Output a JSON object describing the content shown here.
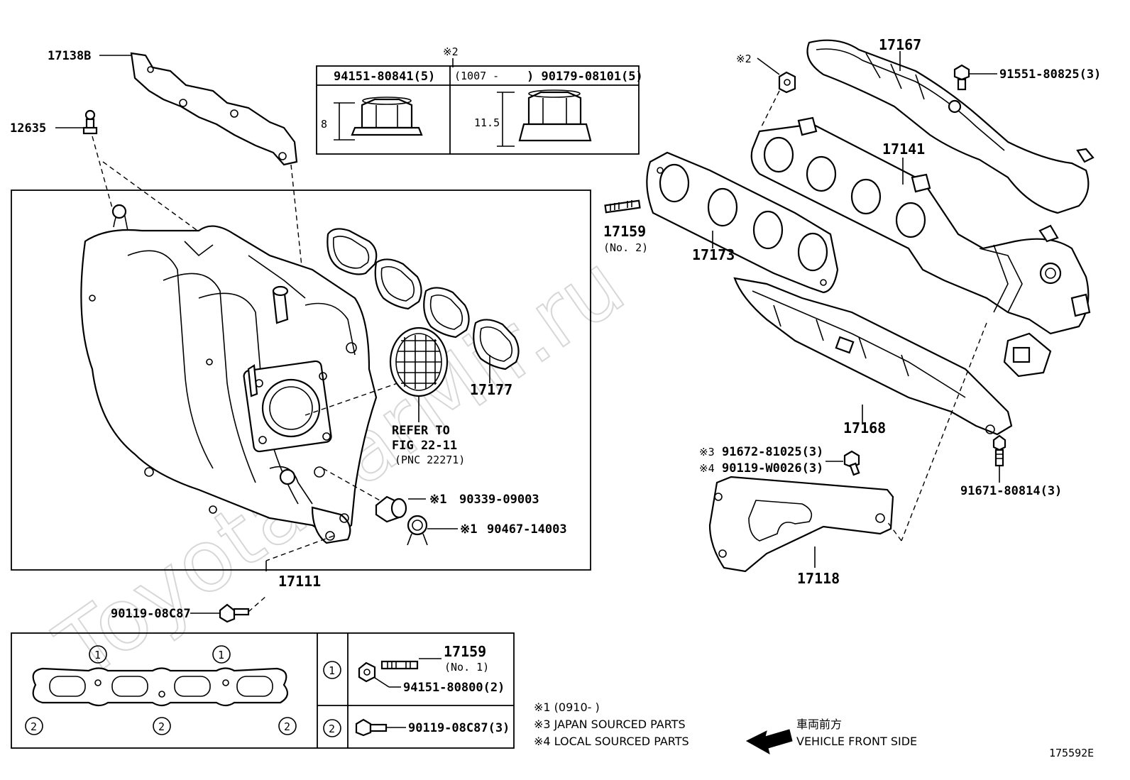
{
  "watermark": "ToyotaCarMir.ru",
  "callouts": {
    "p17138B": "17138B",
    "p12635": "12635",
    "p17111": "17111",
    "p90119_08C87": "90119-08C87",
    "p17177": "17177",
    "refer_line1": "REFER TO",
    "refer_line2": "FIG 22-11",
    "refer_line3": "(PNC 22271)",
    "mark1_a": "※1",
    "p90339_09003": "90339-09003",
    "mark1_b": "※1",
    "p90467_14003": "90467-14003",
    "mark2_top": "※2",
    "p17167": "17167",
    "p91551_80825": "91551-80825(3)",
    "p17141": "17141",
    "p17159": "17159",
    "p17159_sub": "(No. 2)",
    "p17173": "17173",
    "p17168": "17168",
    "mark3": "※3",
    "p91672_81025": "91672-81025(3)",
    "mark4": "※4",
    "p90119_W0026": "90119-W0026(3)",
    "p91671_80814": "91671-80814(3)",
    "p17118": "17118"
  },
  "nut_table": {
    "mark": "※2",
    "col1_header": "94151-80841(5)",
    "col2_header_range": "(1007 -",
    "col2_header_part": ") 90179-08101(5)",
    "col1_dim": "8",
    "col2_dim": "11.5"
  },
  "gasket_table": {
    "circle1": "1",
    "circle2": "2",
    "row1_part": "17159",
    "row1_sub": "(No. 1)",
    "row1_nut": "94151-80800(2)",
    "row2_bolt": "90119-08C87(3)"
  },
  "legend": {
    "line1": "※1 (0910-      )",
    "line2": "※3 JAPAN SOURCED PARTS",
    "line3": "※4 LOCAL SOURCED PARTS",
    "front_jp": "車両前方",
    "front_en": "VEHICLE FRONT SIDE"
  },
  "figure_code": "175592E"
}
